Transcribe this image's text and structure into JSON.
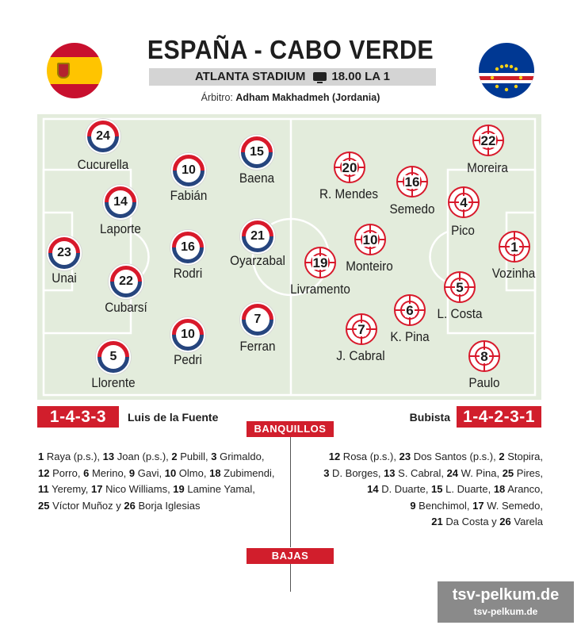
{
  "header": {
    "title": "ESPAÑA - CABO VERDE",
    "venue": "ATLANTA STADIUM",
    "tv_icon": "tv-icon",
    "time": "18.00 LA 1",
    "referee_label": "Árbitro:",
    "referee_name": "Adham Makhadmeh (Jordania)"
  },
  "colors": {
    "accent": "#d11e2c",
    "pitch": "#e3ecdc",
    "spain_badge_top": "#d8192b",
    "spain_badge_bottom": "#26457e",
    "watermark_bg": "#8a8a8a"
  },
  "spain": {
    "formation": "1-4-3-3",
    "coach": "Luis de la Fuente",
    "players": [
      {
        "number": "24",
        "name": "Cucurella"
      },
      {
        "number": "14",
        "name": "Laporte"
      },
      {
        "number": "23",
        "name": "Unai"
      },
      {
        "number": "22",
        "name": "Cubarsí"
      },
      {
        "number": "5",
        "name": "Llorente"
      },
      {
        "number": "10",
        "name": "Fabián"
      },
      {
        "number": "16",
        "name": "Rodri"
      },
      {
        "number": "10",
        "name": "Pedri"
      },
      {
        "number": "15",
        "name": "Baena"
      },
      {
        "number": "21",
        "name": "Oyarzabal"
      },
      {
        "number": "7",
        "name": "Ferran"
      }
    ],
    "bench_html_lines": [
      [
        [
          "1",
          "Raya (p.s.),"
        ],
        [
          "13",
          "Joan (p.s.),"
        ],
        [
          "2",
          "Pubill,"
        ],
        [
          "3",
          "Grimaldo,"
        ]
      ],
      [
        [
          "12",
          "Porro,"
        ],
        [
          "6",
          "Merino,"
        ],
        [
          "9",
          "Gavi,"
        ],
        [
          "10",
          "Olmo,"
        ],
        [
          "18",
          "Zubimendi,"
        ]
      ],
      [
        [
          "11",
          "Yeremy,"
        ],
        [
          "17",
          "Nico Williams,"
        ],
        [
          "19",
          "Lamine Yamal,"
        ]
      ],
      [
        [
          "25",
          "Víctor Muñoz y"
        ],
        [
          "26",
          "Borja Iglesias"
        ]
      ]
    ]
  },
  "cabo_verde": {
    "formation": "1-4-2-3-1",
    "coach": "Bubista",
    "players": [
      {
        "number": "22",
        "name": "Moreira"
      },
      {
        "number": "20",
        "name": "R. Mendes"
      },
      {
        "number": "16",
        "name": "Semedo"
      },
      {
        "number": "4",
        "name": "Pico"
      },
      {
        "number": "1",
        "name": "Vozinha"
      },
      {
        "number": "10",
        "name": "Monteiro"
      },
      {
        "number": "19",
        "name": "Livramento"
      },
      {
        "number": "6",
        "name": "K. Pina"
      },
      {
        "number": "5",
        "name": "L. Costa"
      },
      {
        "number": "7",
        "name": "J. Cabral"
      },
      {
        "number": "8",
        "name": "Paulo"
      }
    ],
    "bench_html_lines": [
      [
        [
          "12",
          "Rosa (p.s.),"
        ],
        [
          "23",
          "Dos Santos (p.s.),"
        ],
        [
          "2",
          "Stopira,"
        ]
      ],
      [
        [
          "3",
          "D. Borges,"
        ],
        [
          "13",
          "S. Cabral,"
        ],
        [
          "24",
          "W. Pina,"
        ],
        [
          "25",
          "Pires,"
        ]
      ],
      [
        [
          "14",
          "D. Duarte,"
        ],
        [
          "15",
          "L. Duarte,"
        ],
        [
          "18",
          "Aranco,"
        ]
      ],
      [
        [
          "9",
          "Benchimol,"
        ],
        [
          "17",
          "W. Semedo,"
        ]
      ],
      [
        [
          "21",
          "Da Costa y"
        ],
        [
          "26",
          "Varela"
        ]
      ]
    ]
  },
  "sections": {
    "bench": "BANQUILLOS",
    "injuries": "BAJAS"
  },
  "watermark": {
    "big": "tsv-pelkum.de",
    "small": "tsv-pelkum.de"
  }
}
